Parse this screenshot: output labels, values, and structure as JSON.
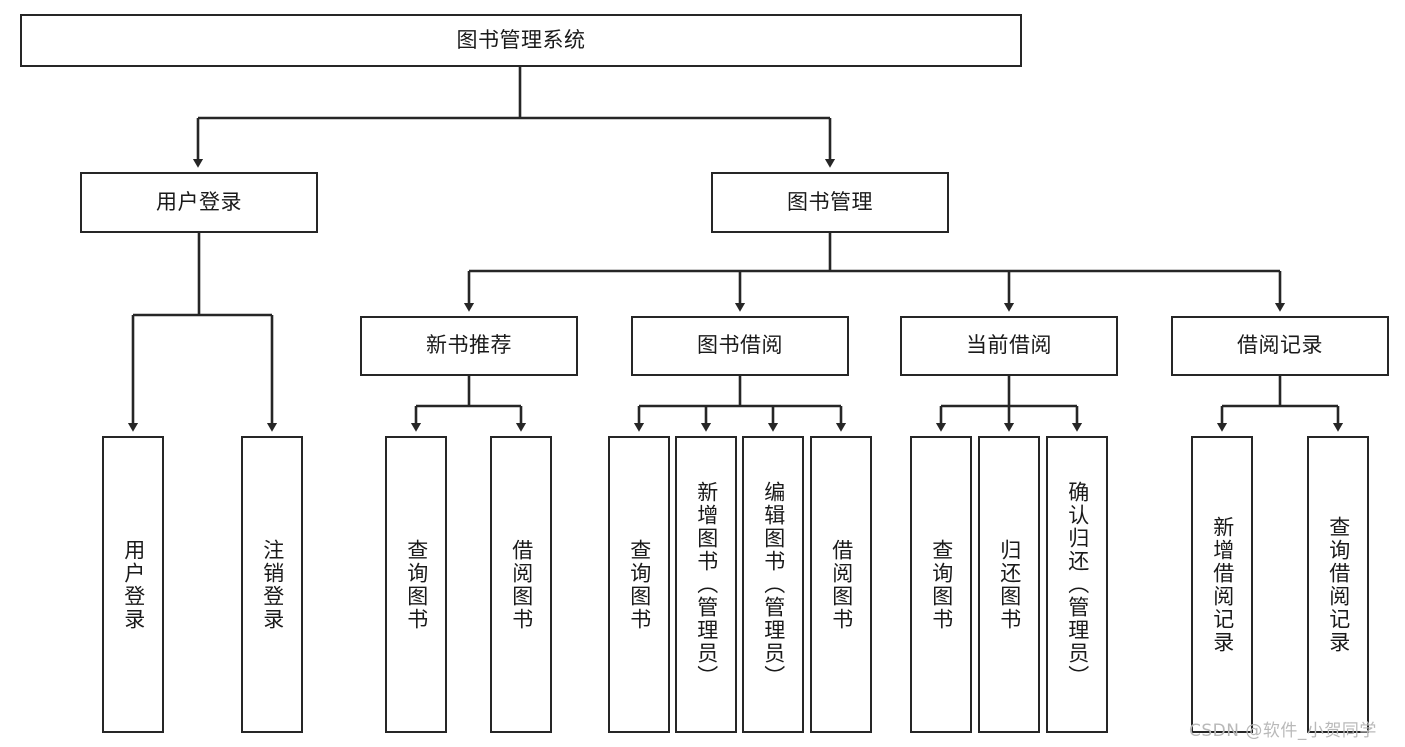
{
  "diagram": {
    "title": "图书管理系统",
    "type": "tree-hierarchy",
    "watermark": "CSDN @软件_小贺同学",
    "colors": {
      "stroke": "#262626",
      "fill": "#ffffff",
      "text": "#1a1a1a",
      "watermark": "#b9b9b9"
    },
    "nodes": {
      "root": "图书管理系统",
      "level2": [
        "用户登录",
        "图书管理"
      ],
      "level3": [
        "新书推荐",
        "图书借阅",
        "当前借阅",
        "借阅记录"
      ],
      "leaves": {
        "user_login": [
          "用户登录",
          "注销登录"
        ],
        "new_book": [
          "查询图书",
          "借阅图书"
        ],
        "book_borrow": [
          "查询图书",
          "新增图书（管理员）",
          "编辑图书（管理员）",
          "借阅图书"
        ],
        "current_borrow": [
          "查询图书",
          "归还图书",
          "确认归还（管理员）"
        ],
        "borrow_record": [
          "新增借阅记录",
          "查询借阅记录"
        ]
      }
    }
  }
}
